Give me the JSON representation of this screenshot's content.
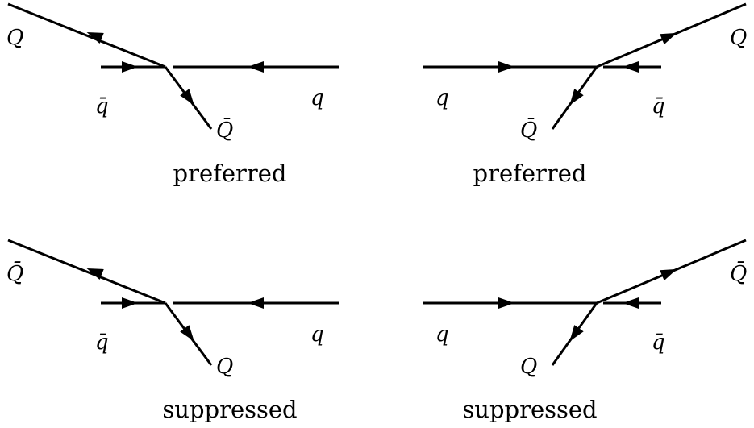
{
  "captions": {
    "top_left": "preferred",
    "top_right": "preferred",
    "bottom_left": "suppressed",
    "bottom_right": "suppressed"
  },
  "labels": {
    "tl_heavy_out": "Q",
    "tl_light_in": "q̄",
    "tl_light_right": "q",
    "tl_heavy_down": "Q̄",
    "tr_light_left": "q",
    "tr_heavy_down": "Q̄",
    "tr_heavy_out": "Q",
    "tr_light_in": "q̄",
    "bl_heavy_out": "Q̄",
    "bl_light_in": "q̄",
    "bl_light_right": "q",
    "bl_heavy_down": "Q",
    "br_light_left": "q",
    "br_heavy_down": "Q",
    "br_heavy_out": "Q̄",
    "br_light_in": "q̄"
  }
}
